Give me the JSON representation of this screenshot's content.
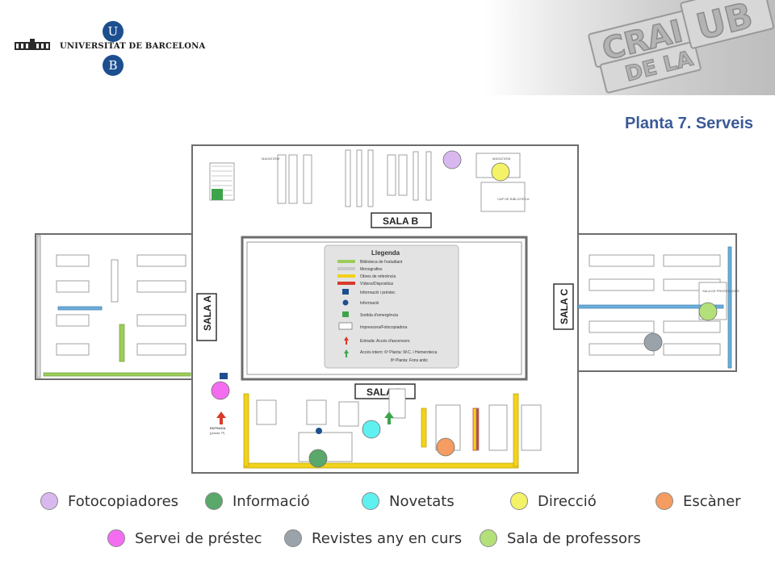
{
  "header": {
    "university_name": "UNIVERSITAT DE BARCELONA",
    "logo_letters": [
      "U",
      "B"
    ],
    "crai_logo_words": [
      "CRAI",
      "DE LA",
      "UB"
    ]
  },
  "title": "Planta 7. Serveis",
  "rooms": {
    "sala_a": "SALA A",
    "sala_b": "SALA B",
    "sala_c": "SALA C",
    "sala_d": "SALA D"
  },
  "plan_legend": {
    "title": "Llegenda",
    "items": [
      "Biblioteca de l'estudiant",
      "Monografies",
      "Obres de referència",
      "Vídeos/Dispositius",
      "Informació i préstec",
      "Informació",
      "Sortida d'emergència",
      "Impressora/Fotocopiadora",
      "Entrada: Accés d'ascensors",
      "Accés intern: 6ª Planta: W.C. i Hemeroteca",
      "8ª Planta: Fons antic"
    ],
    "colors": {
      "biblioteca": "#9ccc5a",
      "monografies": "#c8c8c8",
      "referencia": "#f2d21b",
      "videos": "#d93a2b"
    }
  },
  "plan_labels": {
    "entrada": "ENTRADA",
    "entrada_sub": "(planta 7ª)",
    "magatzem_1": "MAGATZEM",
    "magatzem_2": "MAGATZEM",
    "cap_biblioteca": "CAP DE BIBLIOTECA",
    "sala_professors": "SALA DE PROFESSORS"
  },
  "legend": [
    {
      "label": "Fotocopiadores",
      "color": "#d9b8ef",
      "icon": "circle-marker"
    },
    {
      "label": "Informació",
      "color": "#5aa86a",
      "icon": "circle-marker"
    },
    {
      "label": "Novetats",
      "color": "#5ff0f0",
      "icon": "circle-marker"
    },
    {
      "label": "Direcció",
      "color": "#f4f266",
      "icon": "circle-marker"
    },
    {
      "label": "Escàner",
      "color": "#f59c62",
      "icon": "circle-marker"
    },
    {
      "label": "Servei de préstec",
      "color": "#f46df0",
      "icon": "circle-marker"
    },
    {
      "label": "Revistes any en curs",
      "color": "#9aa3aa",
      "icon": "circle-marker"
    },
    {
      "label": "Sala de professors",
      "color": "#b4e07a",
      "icon": "circle-marker"
    }
  ]
}
